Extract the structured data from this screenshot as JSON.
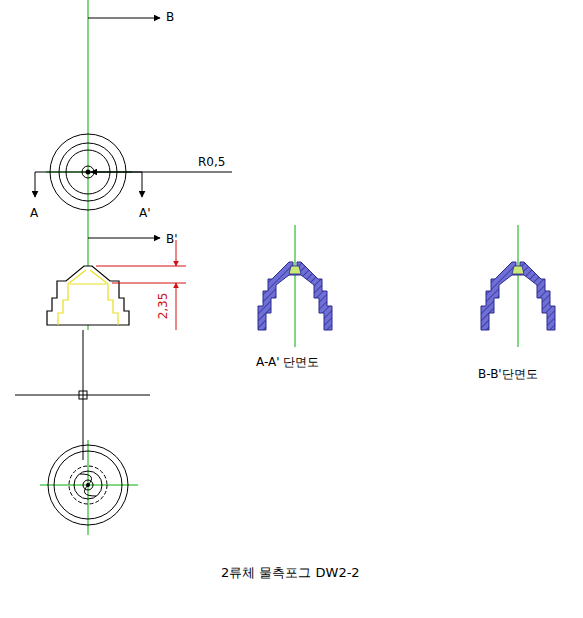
{
  "diagram": {
    "caption": "2류체 물측포그 DW2-2",
    "labels": [
      "B",
      "R0,5",
      "A",
      "A'",
      "B'",
      "2,35",
      "A-A' 단면도",
      "B-B'단면도"
    ]
  }
}
